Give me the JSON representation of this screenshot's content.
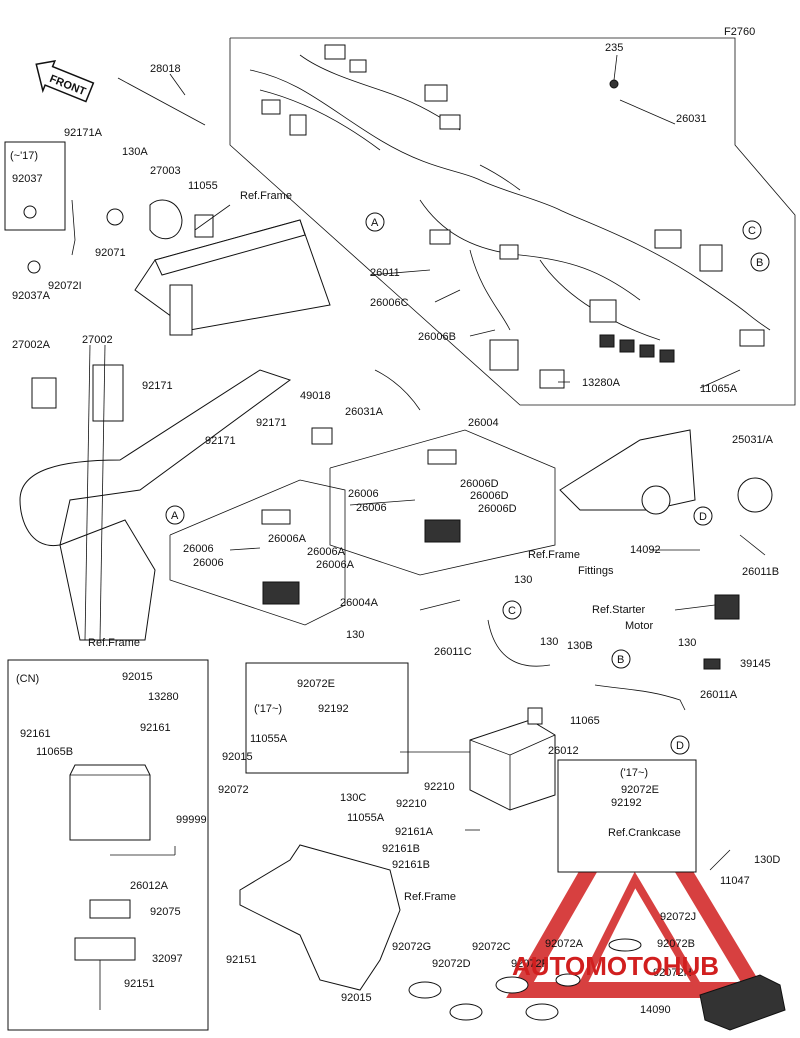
{
  "figure_code": "F2760",
  "front_label": "FRONT",
  "watermark": {
    "text": "AUTOMOTOHUB",
    "color": "#d11f1f"
  },
  "ref_labels": {
    "frame_top": "Ref.Frame",
    "frame_left": "Ref.Frame",
    "frame_fittings_1": "Ref.Frame",
    "frame_fittings_2": "Fittings",
    "starter_1": "Ref.Starter",
    "starter_2": "Motor",
    "crankcase": "Ref.Crankcase",
    "frame_bottom": "Ref.Frame"
  },
  "notes": {
    "pre17_a": "(~'17)",
    "post17_a": "('17~)",
    "post17_b": "('17~)",
    "cn": "(CN)"
  },
  "callouts": {
    "A": "A",
    "B": "B",
    "C": "C",
    "D": "D"
  },
  "parts": {
    "p235": "235",
    "p26031": "26031",
    "p28018": "28018",
    "p92171A": "92171A",
    "p130A": "130A",
    "p27003": "27003",
    "p11055": "11055",
    "p92037": "92037",
    "p92071": "92071",
    "p92072I": "92072I",
    "p92037A": "92037A",
    "p26011": "26011",
    "p26006C": "26006C",
    "p26006B": "26006B",
    "p13280A": "13280A",
    "p11065A": "11065A",
    "p27002A": "27002A",
    "p27002": "27002",
    "p92171_1": "92171",
    "p92171_2": "92171",
    "p92171_3": "92171",
    "p49018": "49018",
    "p26031A": "26031A",
    "p26004": "26004",
    "p26006_1": "26006",
    "p26006_2": "26006",
    "p26006D_1": "26006D",
    "p26006D_2": "26006D",
    "p26006D_3": "26006D",
    "p26006_3": "26006",
    "p26006_4": "26006",
    "p26006A_1": "26006A",
    "p26006A_2": "26006A",
    "p26006A_3": "26006A",
    "p26004A": "26004A",
    "p130_1": "130",
    "p130_2": "130",
    "p25031A": "25031/A",
    "p14092": "14092",
    "p26011B": "26011B",
    "p130_3": "130",
    "p26011C": "26011C",
    "p130B": "130B",
    "p130_4": "130",
    "p39145": "39145",
    "p26011A": "26011A",
    "p92015_1": "92015",
    "p13280": "13280",
    "p92161_1": "92161",
    "p92161_2": "92161",
    "p11065B": "11065B",
    "p99999": "99999",
    "p26012A": "26012A",
    "p92075": "92075",
    "p32097": "32097",
    "p92151_1": "92151",
    "p92072E_1": "92072E",
    "p92192_1": "92192",
    "p11055A_1": "11055A",
    "p92015_2": "92015",
    "p92072": "92072",
    "p130C": "130C",
    "p11055A_2": "11055A",
    "p92161A": "92161A",
    "p92161B_1": "92161B",
    "p92161B_2": "92161B",
    "p11065": "11065",
    "p26012": "26012",
    "p92210_1": "92210",
    "p92210_2": "92210",
    "p92072E_2": "92072E",
    "p92192_2": "92192",
    "p130D": "130D",
    "p11047": "11047",
    "p92072J": "92072J",
    "p92072G": "92072G",
    "p92072D": "92072D",
    "p92072C": "92072C",
    "p92072F": "92072F",
    "p92072A": "92072A",
    "p92072B": "92072B",
    "p92072H": "92072H",
    "p14090": "14090",
    "p92151_2": "92151",
    "p92015_3": "92015"
  }
}
